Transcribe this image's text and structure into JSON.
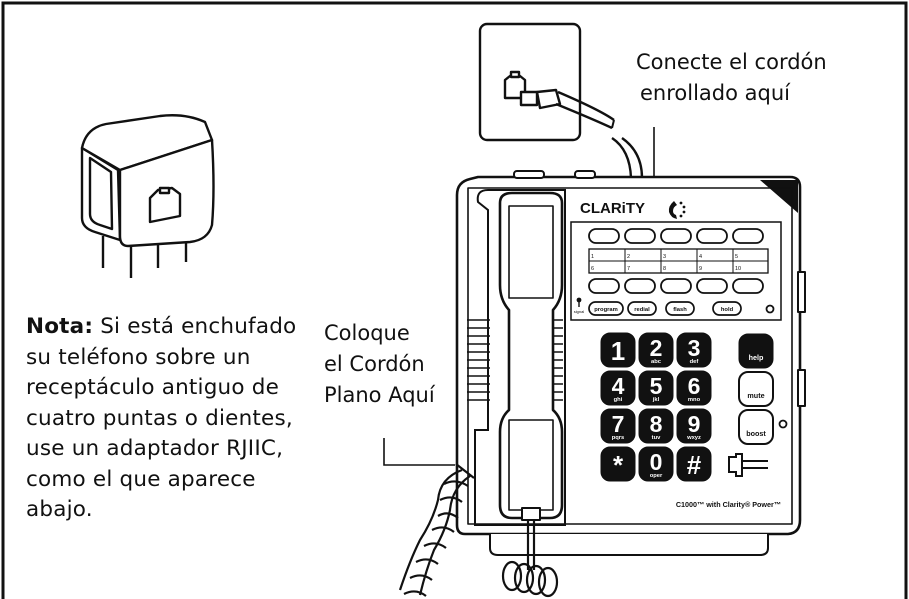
{
  "note": {
    "title": "Nota:",
    "body": "Si está enchufado su teléfono sobre un receptáculo antiguo de cuatro puntas o dientes, use un adaptador RJIIC, como el que aparece abajo."
  },
  "callouts": {
    "coiled_cord_line1": "Conecte el cordón",
    "coiled_cord_line2": "enrollado aquí",
    "flat_cord_line1": "Coloque",
    "flat_cord_line2": "el Cordón",
    "flat_cord_line3": "Plano Aquí"
  },
  "phone": {
    "brand": "CLARiTY",
    "speed_dial_row1": [
      "1",
      "2",
      "3",
      "4",
      "5"
    ],
    "speed_dial_row2": [
      "6",
      "7",
      "8",
      "9",
      "10"
    ],
    "signal_label": "signal",
    "buttons": {
      "program": "program",
      "redial": "redial",
      "flash": "flash",
      "hold": "hold",
      "help": "help",
      "mute": "mute",
      "boost": "boost"
    },
    "keypad": [
      {
        "digit": "1",
        "letters": ""
      },
      {
        "digit": "2",
        "letters": "abc"
      },
      {
        "digit": "3",
        "letters": "def"
      },
      {
        "digit": "4",
        "letters": "ghi"
      },
      {
        "digit": "5",
        "letters": "jkl"
      },
      {
        "digit": "6",
        "letters": "mno"
      },
      {
        "digit": "7",
        "letters": "pqrs"
      },
      {
        "digit": "8",
        "letters": "tuv"
      },
      {
        "digit": "9",
        "letters": "wxyz"
      },
      {
        "digit": "*",
        "letters": ""
      },
      {
        "digit": "0",
        "letters": "oper"
      },
      {
        "digit": "#",
        "letters": ""
      }
    ],
    "model_label": "C1000™ with Clarity® Power™"
  },
  "colors": {
    "ink": "#111111",
    "face": "#ffffff"
  }
}
